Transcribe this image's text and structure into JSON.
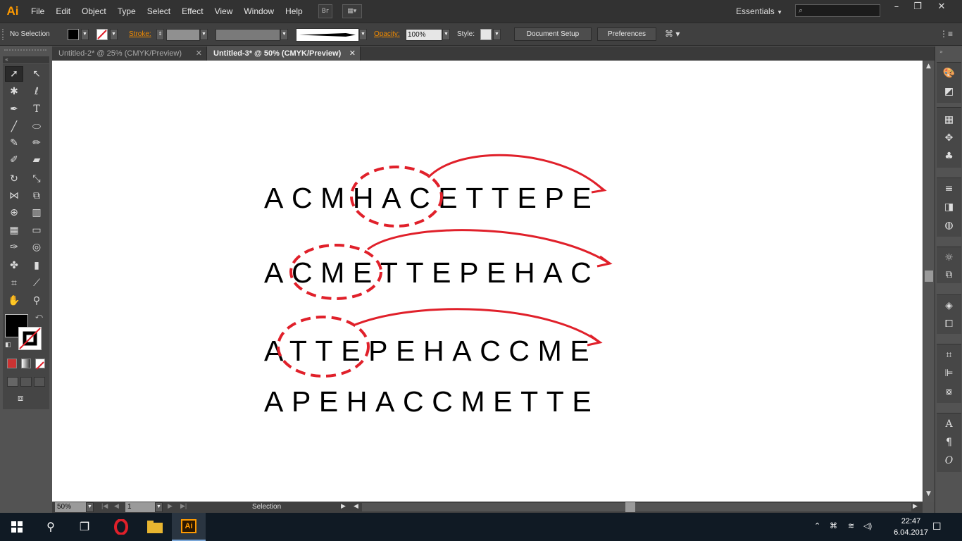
{
  "app": {
    "logo": "Ai",
    "menu": [
      "File",
      "Edit",
      "Object",
      "Type",
      "Select",
      "Effect",
      "View",
      "Window",
      "Help"
    ],
    "bridge_btn": "Br",
    "workspace": "Essentials",
    "search_placeholder": "",
    "window_controls": [
      "–",
      "❐",
      "✕"
    ]
  },
  "control_bar": {
    "selection_status": "No Selection",
    "stroke_label": "Stroke:",
    "opacity_label": "Opacity:",
    "opacity_value": "100%",
    "style_label": "Style:",
    "document_setup": "Document Setup",
    "preferences": "Preferences"
  },
  "tabs": [
    {
      "label": "Untitled-2* @ 25% (CMYK/Preview)",
      "close": "✕"
    },
    {
      "label": "Untitled-3* @ 50% (CMYK/Preview)",
      "close": "✕"
    }
  ],
  "artboard": {
    "rows": [
      "ACMHACETTEPE",
      "ACMETTEPEHAC",
      "ATTEPEHACCME",
      "APEHACCMETTE"
    ],
    "accent_color": "#e0202a"
  },
  "status_bar": {
    "zoom": "50%",
    "artboard_number": "1",
    "tool_status": "Selection"
  },
  "taskbar": {
    "time": "22:47",
    "date": "6.04.2017",
    "app_ai": "Ai"
  }
}
